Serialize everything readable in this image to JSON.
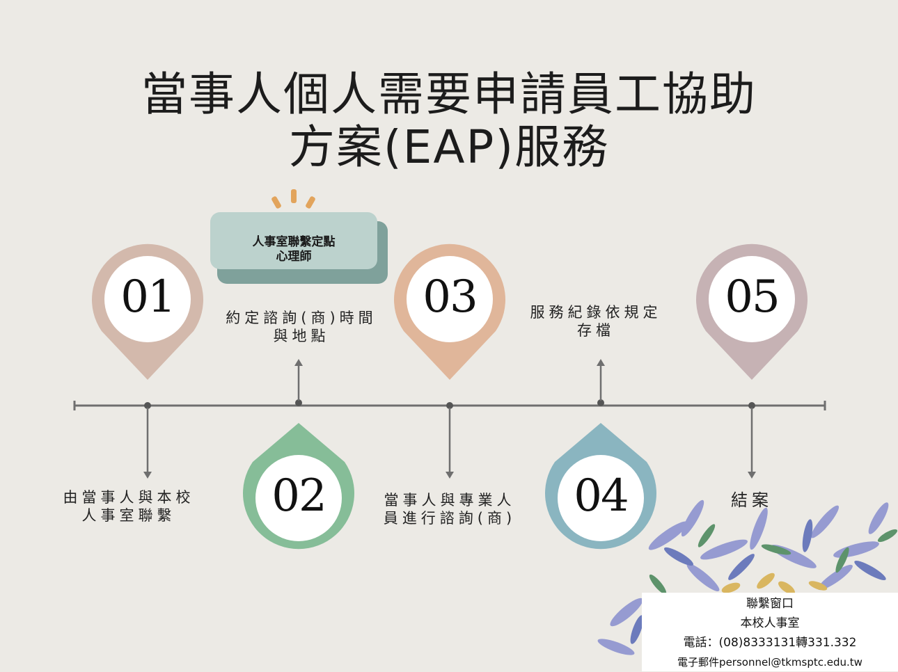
{
  "title": {
    "line1": "當事人個人需要申請員工協助",
    "line2": "方案(EAP)服務"
  },
  "tag": {
    "line1": "人事室聯繫定點",
    "line2": "心理師"
  },
  "steps": [
    {
      "number": "01",
      "color": "#d3b9ac",
      "caption_line1": "由當事人與本校",
      "caption_line2": "人事室聯繫"
    },
    {
      "number": "02",
      "color": "#86bd98",
      "caption_line1": "約定諮詢(商)時間",
      "caption_line2": "與地點"
    },
    {
      "number": "03",
      "color": "#e0b69a",
      "caption_line1": "當事人與專業人",
      "caption_line2": "員進行諮詢(商)"
    },
    {
      "number": "04",
      "color": "#8ab5c0",
      "caption_line1": "服務紀錄依規定",
      "caption_line2": "存檔"
    },
    {
      "number": "05",
      "color": "#c6b2b4",
      "caption_line1": "結案",
      "caption_line2": ""
    }
  ],
  "contact": {
    "heading": "聯繫窗口",
    "office": "本校人事室",
    "phone": "電話：(08)8333131轉331.332",
    "email": "電子郵件personnel@tkmsptc.edu.tw"
  },
  "colors": {
    "background": "#eceae5",
    "timeline": "#6f6f6f",
    "tag_fill": "#bcd2cd",
    "tag_shadow": "#7fa19b",
    "sparks": "#e2a45c"
  }
}
